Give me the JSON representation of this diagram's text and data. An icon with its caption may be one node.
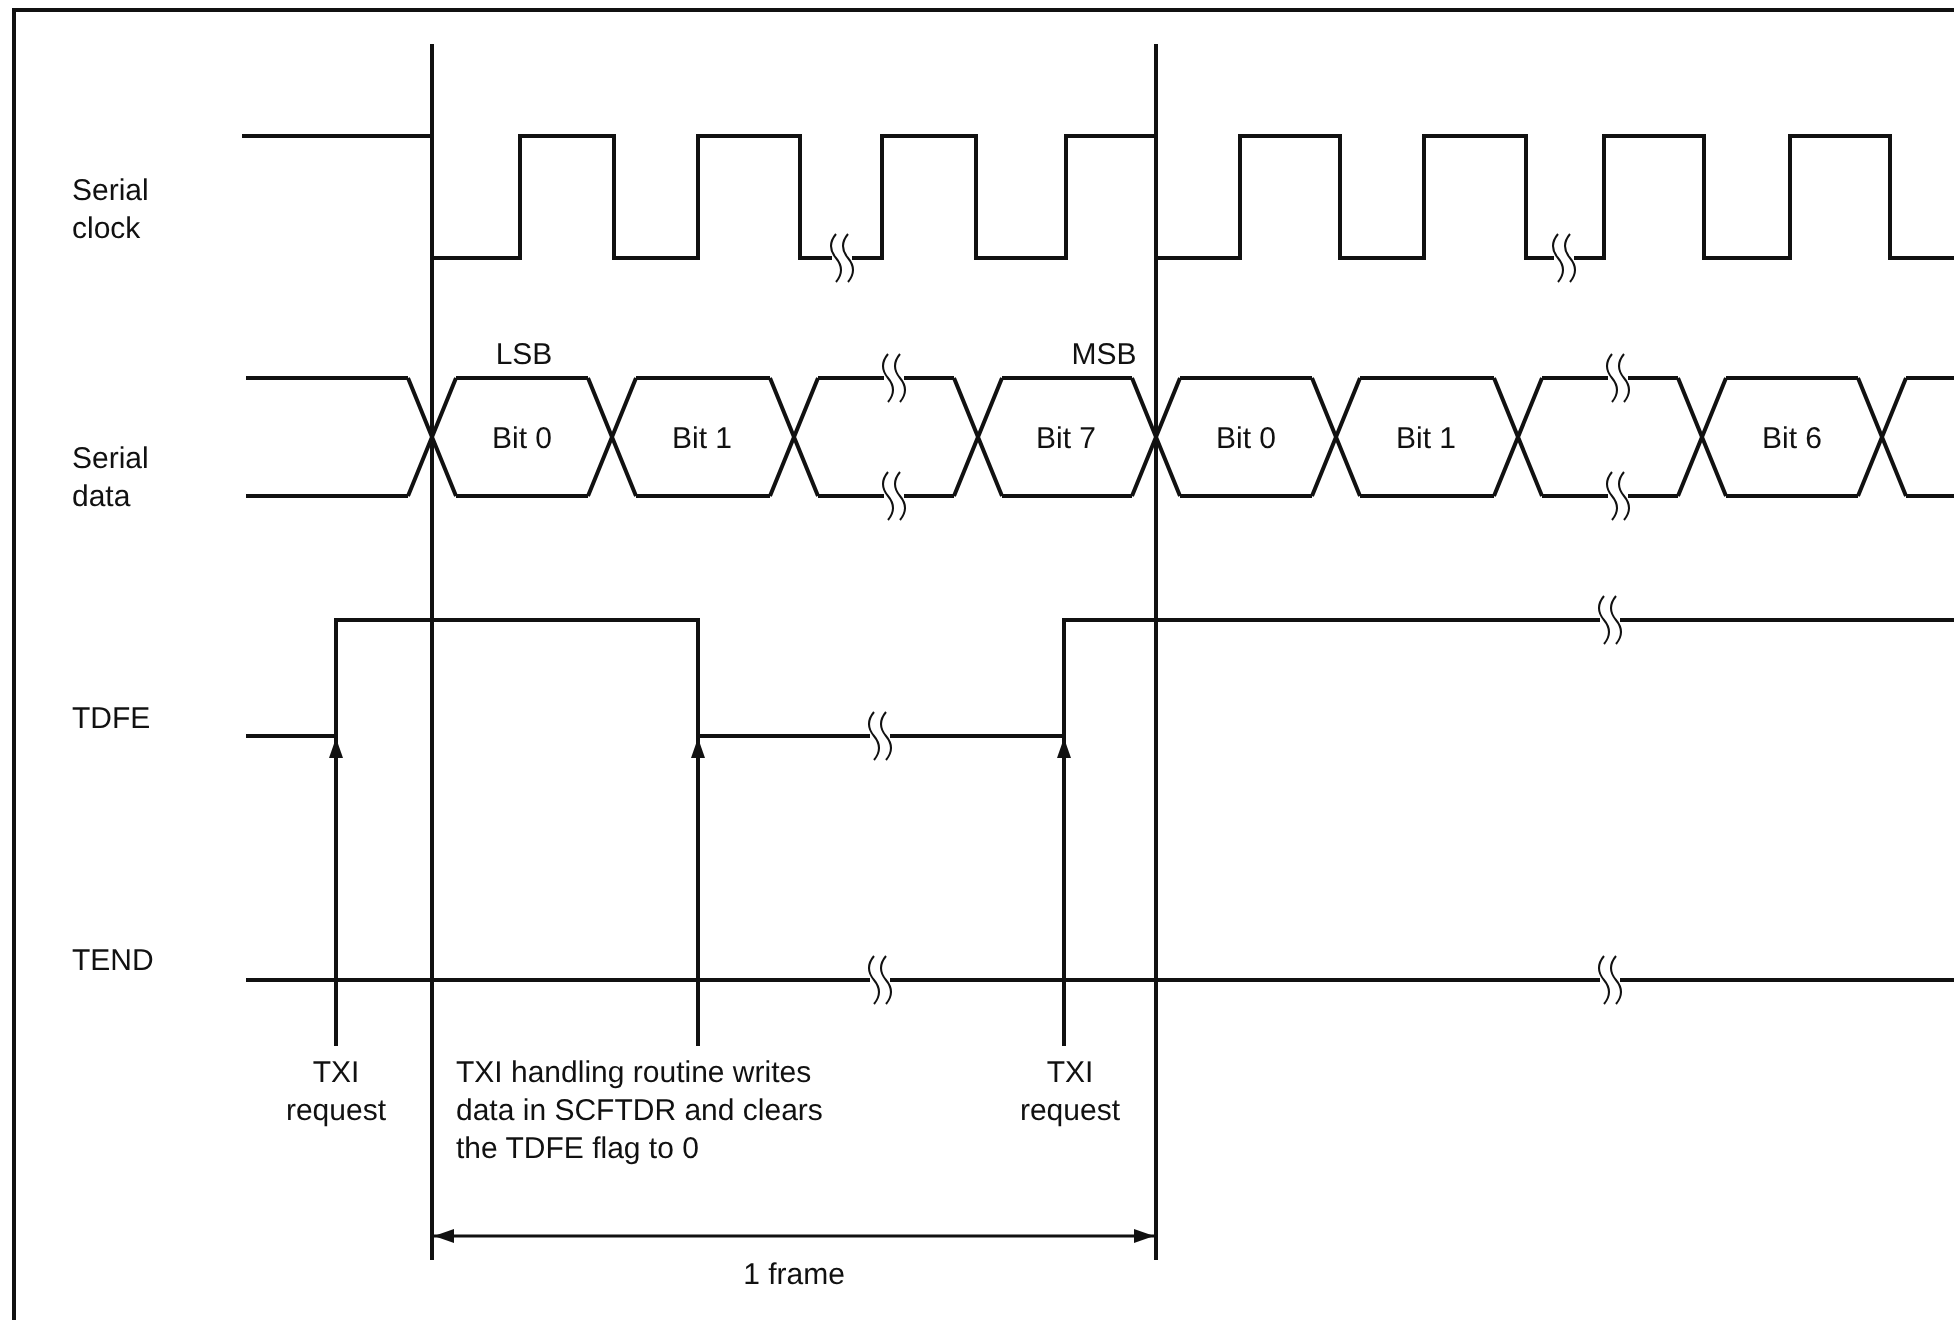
{
  "diagram": {
    "nodes": [
      {
        "text": [
          "TXI request"
        ]
      },
      {
        "text": [
          "TXI handling routine writes data in SCFTDR and clears the TDFE flag to 0"
        ]
      },
      {
        "text": [
          "TXI request"
        ]
      }
    ],
    "edges": [
      {
        "from": 0,
        "to": null,
        "arrow": "to"
      },
      {
        "from": 1,
        "to": null,
        "arrow": "to"
      },
      {
        "from": 2,
        "to": null,
        "arrow": "to"
      }
    ],
    "labels": [
      "Serial clock",
      "LSB",
      "MSB",
      "Serial data",
      "Bit 0",
      "Bit 1",
      "Bit 7",
      "Bit 0",
      "Bit 1",
      "Bit 6",
      "TDFE",
      "TEND",
      "1 frame"
    ]
  }
}
